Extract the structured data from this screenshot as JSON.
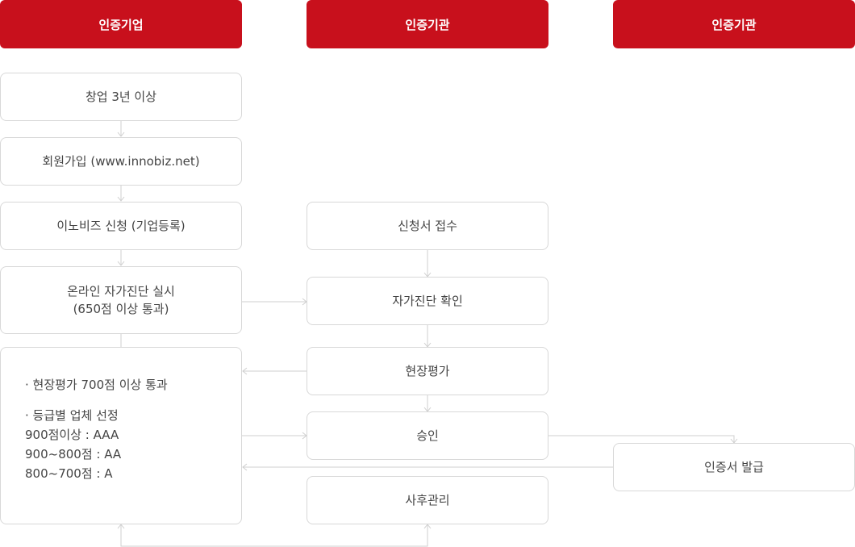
{
  "headers": [
    "인증기업",
    "인증기관",
    "인증기관"
  ],
  "company_steps": {
    "s1": "창업 3년 이상",
    "s2": "회원가입 (www.innobiz.net)",
    "s3": "이노비즈 신청 (기업등록)",
    "s4_line1": "온라인 자가진단 실시",
    "s4_line2": "(650점 이상 통과)"
  },
  "criteria": {
    "line1": "· 현장평가 700점 이상 통과",
    "line2": "· 등급별 업체 선정",
    "line3": "900점이상 : AAA",
    "line4": "900~800점 : AA",
    "line5": "800~700점 : A"
  },
  "agency_steps": {
    "a1": "신청서 접수",
    "a2": "자가진단 확인",
    "a3": "현장평가",
    "a4": "승인",
    "a5": "사후관리"
  },
  "issuer_steps": {
    "b1": "인증서 발급"
  },
  "colors": {
    "header_bg": "#c8101c",
    "border": "#d8d8d8",
    "connector": "#cfcfcf"
  }
}
